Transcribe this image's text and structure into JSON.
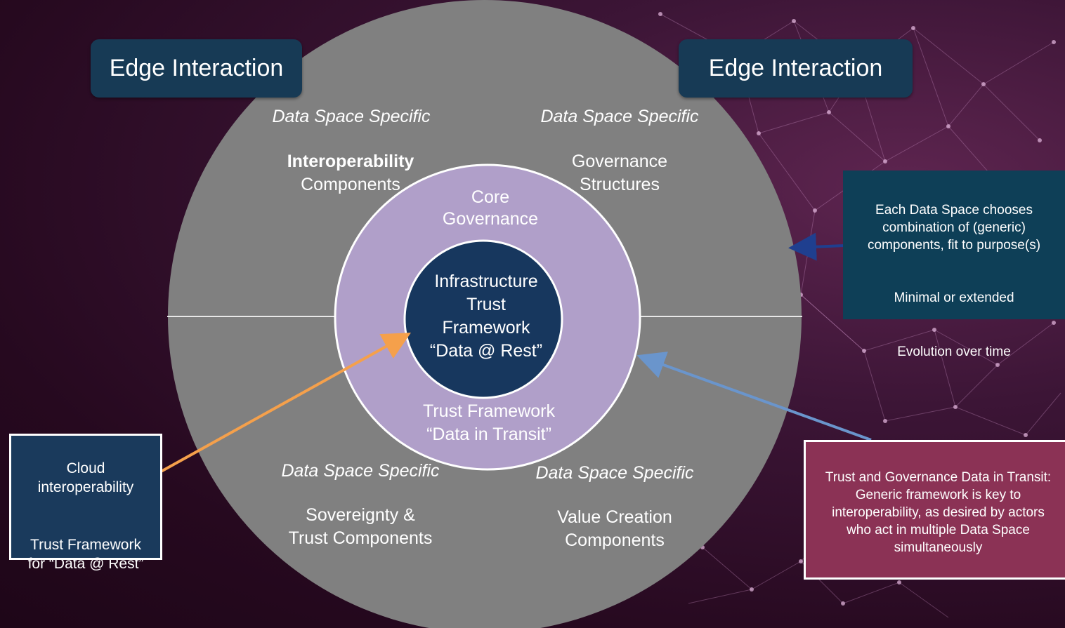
{
  "edge_left": "Edge Interaction",
  "edge_right": "Edge Interaction",
  "quadrants": {
    "top_left": {
      "label": "Data Space Specific",
      "title": "Interoperability",
      "subtitle": "Components"
    },
    "top_right": {
      "label": "Data Space Specific",
      "title": "Governance\nStructures"
    },
    "bottom_left": {
      "label": "Data Space Specific",
      "title": "Sovereignty &\nTrust Components"
    },
    "bottom_right": {
      "label": "Data Space Specific",
      "title": "Value Creation\nComponents"
    }
  },
  "ring": {
    "core_governance": "Core\nGovernance",
    "trust_transit": "Trust Framework\n“Data in Transit”"
  },
  "center": {
    "text": "Infrastructure\nTrust\nFramework\n“Data @ Rest”"
  },
  "callouts": {
    "right_top": {
      "line1": "Each Data Space chooses\ncombination of (generic)\ncomponents, fit to purpose(s)",
      "line2": "Minimal or extended",
      "line3": "Evolution over time"
    },
    "left": {
      "line1": "Cloud\ninteroperability",
      "line2": "Trust Framework\nfor “Data @ Rest”"
    },
    "right_bottom": {
      "text": "Trust and Governance Data in Transit:\nGeneric framework is key to\ninteroperability, as desired by actors\nwho act in multiple Data Space\nsimultaneously"
    }
  },
  "colors": {
    "outer_circle": "#808080",
    "ring": "#b09fc9",
    "center": "#17375e",
    "callout_blue": "#0e3f57",
    "callout_dark": "#1a3a5c",
    "callout_red": "#8b3255",
    "arrow_orange": "#f5a04b",
    "arrow_blue": "#6a95cc",
    "arrow_navy": "#1f3f8f"
  }
}
